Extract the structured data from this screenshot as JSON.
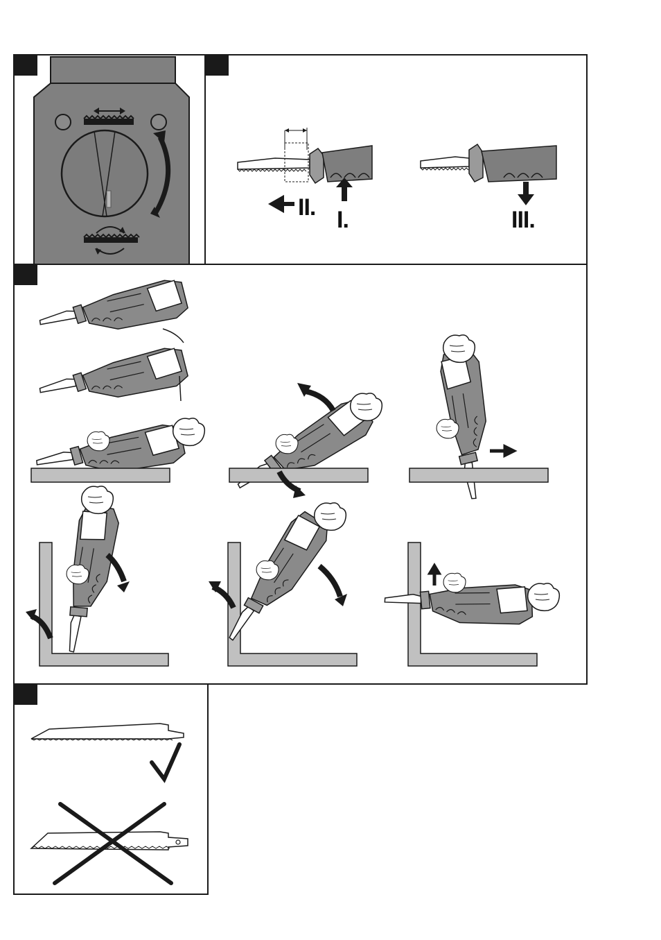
{
  "figures": [
    {
      "id": "fig1",
      "tab": ""
    },
    {
      "id": "fig2",
      "tab": "",
      "steps": [
        {
          "label": "I."
        },
        {
          "label": "II."
        },
        {
          "label": "III."
        }
      ]
    },
    {
      "id": "fig3",
      "tab": ""
    },
    {
      "id": "fig4",
      "tab": ""
    }
  ]
}
